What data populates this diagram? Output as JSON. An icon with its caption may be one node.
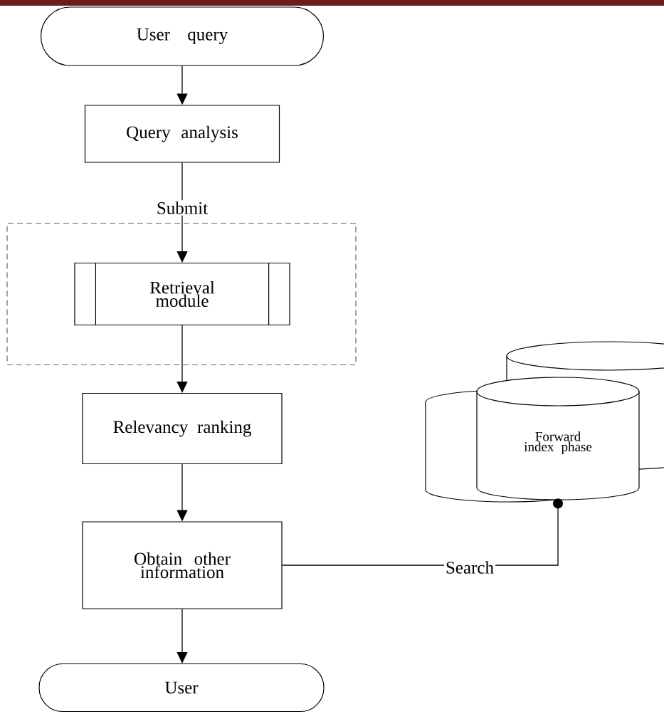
{
  "diagram": {
    "nodes": [
      {
        "text": [
          "User query"
        ]
      },
      {
        "text": [
          "Query analysis"
        ]
      },
      {
        "text": [],
        "shape": "box"
      },
      {
        "text": [
          "Retrieval module"
        ],
        "in": 2
      },
      {
        "text": [
          "Relevancy ranking"
        ]
      },
      {
        "text": [
          "Obtain other information"
        ]
      },
      {
        "text": [
          "User"
        ]
      },
      {
        "text": [
          "Forward index phase"
        ]
      }
    ],
    "edges": [
      {
        "from": 0,
        "to": 1,
        "arrow": "to"
      },
      {
        "from": 1,
        "to": 3,
        "arrow": "to",
        "label": "Submit"
      },
      {
        "from": 3,
        "to": 4,
        "arrow": "to"
      },
      {
        "from": 4,
        "to": 5,
        "arrow": "to"
      },
      {
        "from": 5,
        "to": 6,
        "arrow": "to"
      },
      {
        "from": 5,
        "to": 7,
        "arrow": "other",
        "label": "Search"
      }
    ]
  }
}
